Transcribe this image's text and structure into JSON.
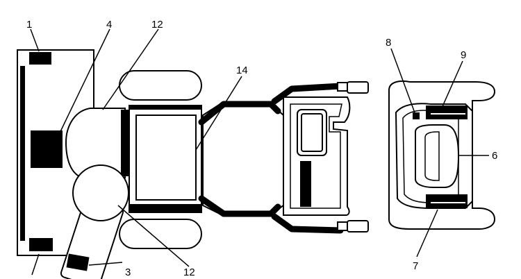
{
  "callouts": {
    "c1": "1",
    "c3": "3",
    "c4": "4",
    "c6": "6",
    "c7": "7",
    "c8": "8",
    "c9": "9",
    "c12_top": "12",
    "c12_bottom": "12",
    "c14": "14"
  }
}
